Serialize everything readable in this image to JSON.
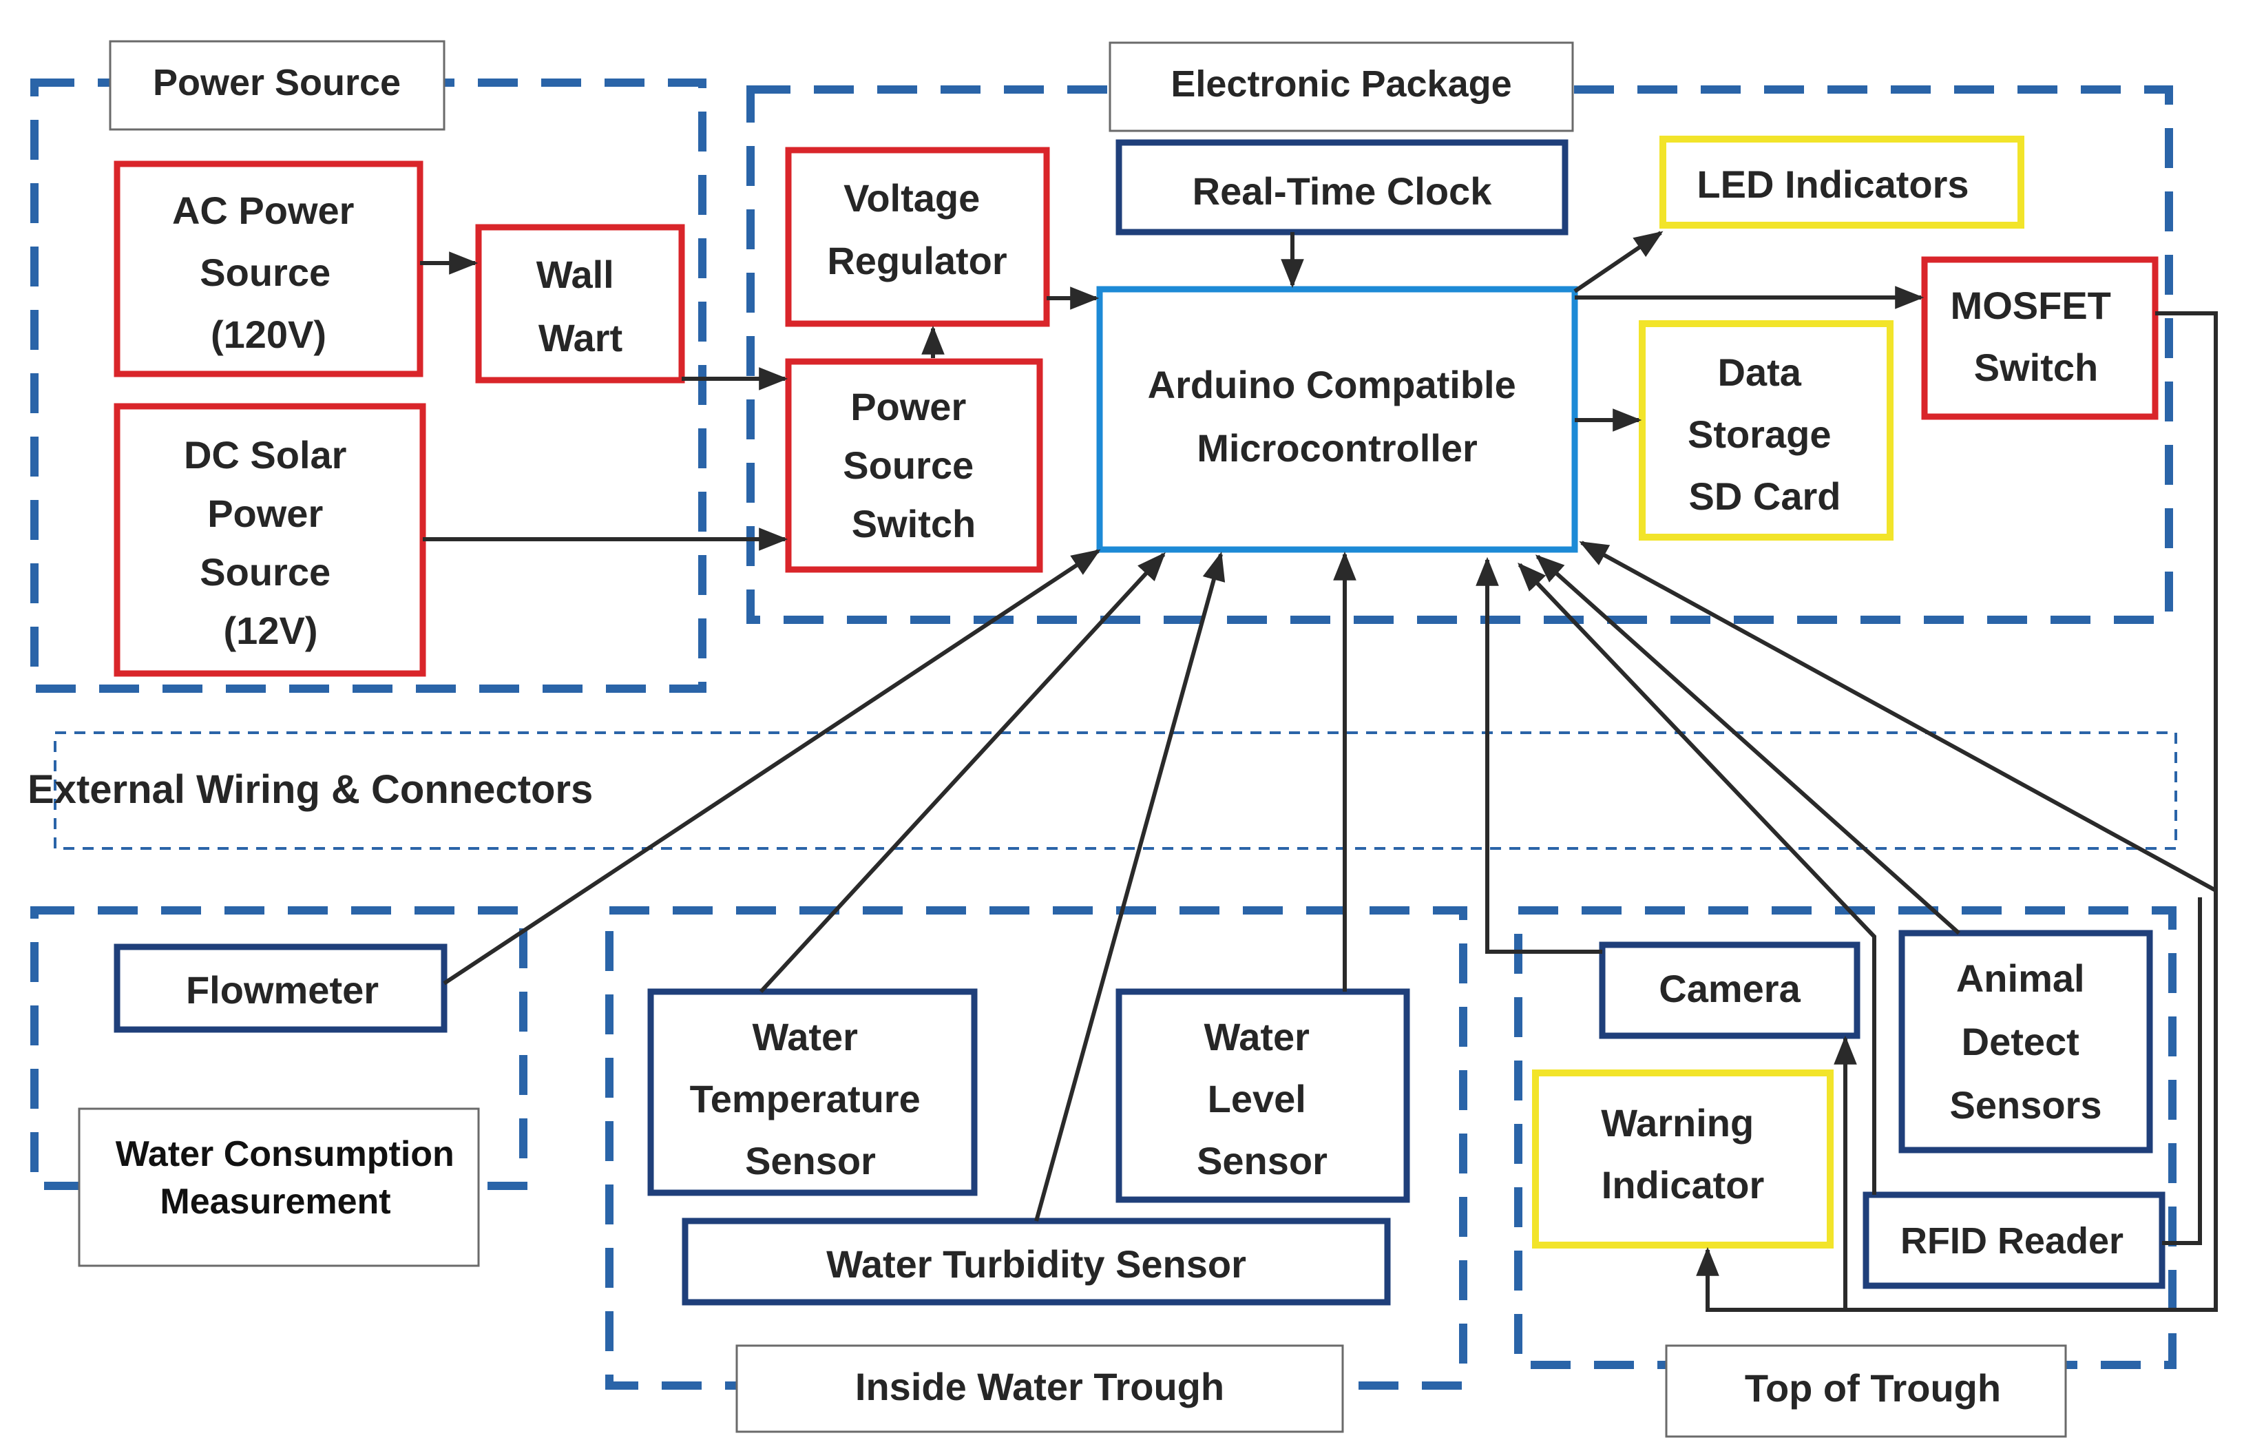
{
  "groups": {
    "power_source": "Power Source",
    "electronic_package": "Electronic Package",
    "external_wiring": "External Wiring & Connectors",
    "water_consumption": [
      "Water Consumption",
      "Measurement"
    ],
    "inside_trough": "Inside Water Trough",
    "top_of_trough": "Top of Trough"
  },
  "components": {
    "ac_power": [
      "AC Power",
      "Source",
      "(120V)"
    ],
    "wall_wart": [
      "Wall",
      "Wart"
    ],
    "dc_solar": [
      "DC Solar",
      "Power",
      "Source",
      "(12V)"
    ],
    "voltage_regulator": [
      "Voltage",
      "Regulator"
    ],
    "power_switch": [
      "Power",
      "Source",
      "Switch"
    ],
    "rtc": "Real-Time Clock",
    "mcu": [
      "Arduino Compatible",
      "Microcontroller"
    ],
    "led": "LED Indicators",
    "sd_card": [
      "Data",
      "Storage",
      "SD Card"
    ],
    "mosfet": [
      "MOSFET",
      "Switch"
    ],
    "flowmeter": "Flowmeter",
    "water_temp": [
      "Water",
      "Temperature",
      "Sensor"
    ],
    "water_level": [
      "Water",
      "Level",
      "Sensor"
    ],
    "turbidity": "Water Turbidity Sensor",
    "camera": "Camera",
    "animal_detect": [
      "Animal",
      "Detect",
      "Sensors"
    ],
    "warning": [
      "Warning",
      "Indicator"
    ],
    "rfid": "RFID Reader"
  },
  "colors": {
    "power_red": "#d9252a",
    "sensor_navy": "#1f3f7a",
    "storage_yellow": "#f2e42a",
    "mcu_blue": "#1d8ad6",
    "group_dash": "#2a64a8",
    "arrow": "#2a2a2a"
  }
}
